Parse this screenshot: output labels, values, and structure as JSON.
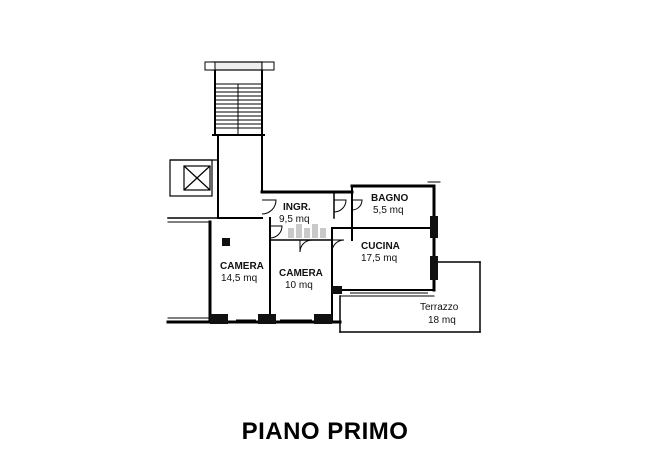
{
  "rooms": [
    {
      "name": "INGR.",
      "area": "9,5 mq"
    },
    {
      "name": "BAGNO",
      "area": "5,5 mq"
    },
    {
      "name": "CUCINA",
      "area": "17,5 mq"
    },
    {
      "name": "CAMERA",
      "area": "14,5 mq"
    },
    {
      "name": "CAMERA",
      "area": "10 mq"
    },
    {
      "name": "Terrazzo",
      "area": "18 mq"
    }
  ],
  "floor_label": "PIANO PRIMO",
  "colors": {
    "ink": "#000000",
    "wall_fill": "#111111",
    "background": "#ffffff",
    "watermark": "#c9c9c9"
  }
}
